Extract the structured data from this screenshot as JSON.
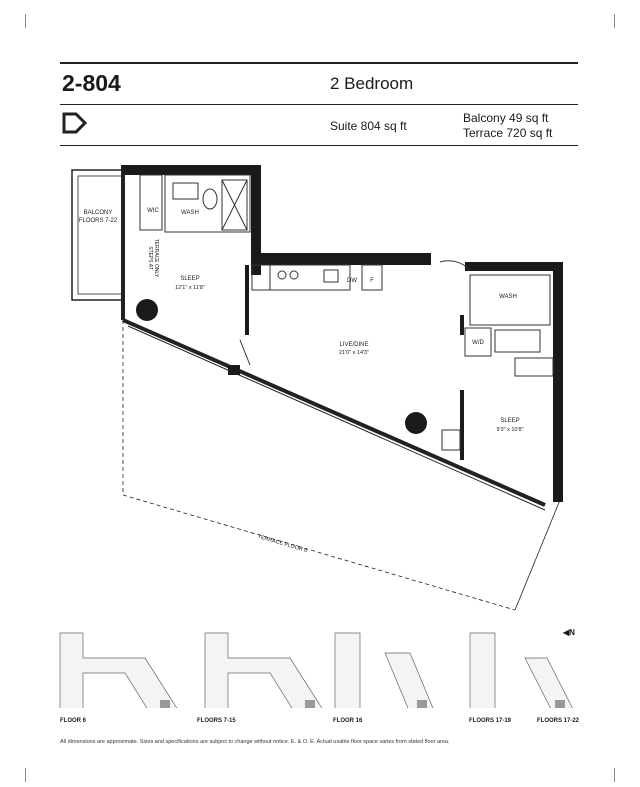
{
  "header": {
    "unit": "2-804",
    "type": "2 Bedroom",
    "suite": "Suite 804 sq ft",
    "balcony": "Balcony 49 sq ft",
    "terrace": "Terrace 720 sq ft"
  },
  "plan": {
    "balcony": "BALCONY",
    "balcony_floors": "FLOORS 7-22",
    "wic": "WIC",
    "wash1": "WASH",
    "steps1": "STEPS AT",
    "steps2": "TERRACE ONLY",
    "sleep1": "SLEEP",
    "sleep1_dim": "12'1\" x 11'8\"",
    "dw": "DW",
    "fridge": "F",
    "live": "LIVE/DINE",
    "live_dim": "21'0\" x 14'3\"",
    "wash2": "WASH",
    "wd": "W/D",
    "sleep2": "SLEEP",
    "sleep2_dim": "9'3\" x 10'8\"",
    "terrace": "TERRACE FLOOR 6"
  },
  "keyplans": [
    "FLOOR 6",
    "FLOORS 7-15",
    "FLOOR 16",
    "FLOORS 17-19",
    "FLOORS 17-22"
  ],
  "north": "N",
  "disclaimer": "All dimensions are approximate. Sizes and specifications are subject to change without notice. E. & O. E. Actual usable floor space varies from stated floor area."
}
